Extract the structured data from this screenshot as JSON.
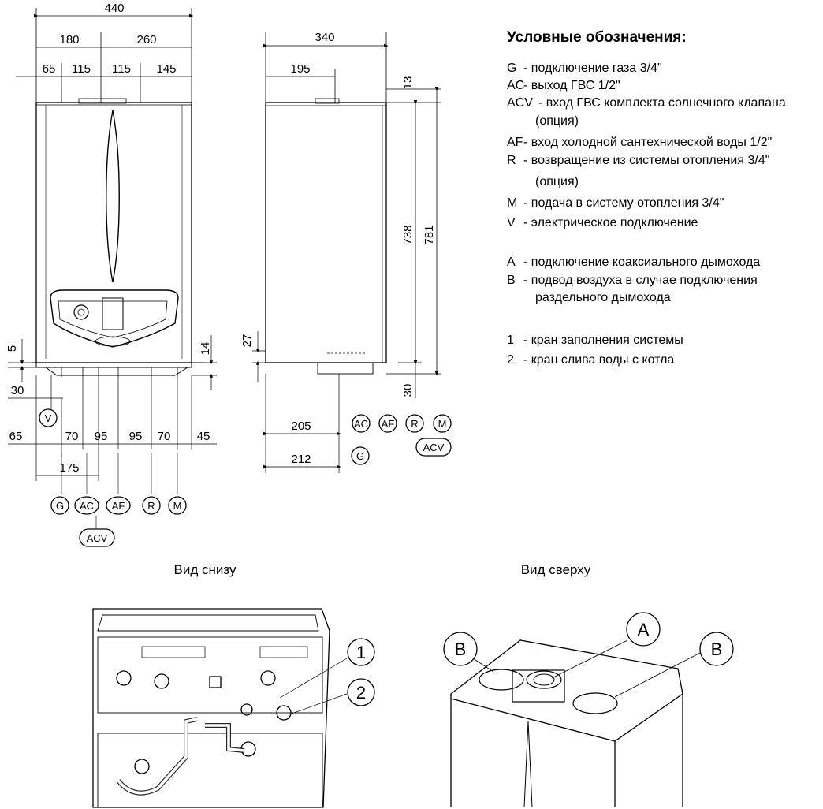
{
  "dimensions": {
    "front_width_total": "440",
    "front_left_part": "180",
    "front_right_part": "260",
    "front_top_65": "65",
    "front_top_115a": "115",
    "front_top_115b": "115",
    "front_top_145": "145",
    "front_left_5": "5",
    "front_left_30": "30",
    "front_right_14": "14",
    "front_bottom_65": "65",
    "front_bottom_70a": "70",
    "front_bottom_95a": "95",
    "front_bottom_95b": "95",
    "front_bottom_70b": "70",
    "front_bottom_45": "45",
    "front_bottom_175": "175",
    "side_depth": "340",
    "side_195": "195",
    "side_13": "13",
    "side_738": "738",
    "side_781": "781",
    "side_27": "27",
    "side_30": "30",
    "side_205": "205",
    "side_212": "212"
  },
  "callouts": {
    "V": "V",
    "G": "G",
    "AC": "AC",
    "AF": "AF",
    "R": "R",
    "M": "M",
    "ACV": "ACV"
  },
  "legend": {
    "title": "Условные обозначения:",
    "items": [
      {
        "code": "G",
        "text": "- подключение газа 3/4\""
      },
      {
        "code": "AC",
        "text": "- выход ГВС 1/2\""
      },
      {
        "code": "ACV",
        "text": "- вход ГВС комплекта солнечного клапана"
      },
      {
        "code": "",
        "text": "(опция)"
      },
      {
        "code": "AF",
        "text": "- вход холодной сантехнической воды 1/2\""
      },
      {
        "code": "R",
        "text": "- возвращение из системы отопления 3/4\""
      },
      {
        "code": "",
        "text": "(опция)"
      },
      {
        "code": "M",
        "text": "- подача в систему отопления 3/4\""
      },
      {
        "code": "V",
        "text": "- электрическое подключение"
      },
      {
        "code": "A",
        "text": "- подключение коаксиального дымохода"
      },
      {
        "code": "B",
        "text": "- подвод воздуха в случае подключения"
      },
      {
        "code": "",
        "text": "раздельного дымохода"
      },
      {
        "code": "1",
        "text": "- кран заполнения системы"
      },
      {
        "code": "2",
        "text": "- кран слива воды с котла"
      }
    ]
  },
  "views": {
    "bottom_title": "Вид снизу",
    "top_title": "Вид сверху",
    "bottom_callout_1": "1",
    "bottom_callout_2": "2",
    "top_callout_A": "A",
    "top_callout_B_left": "B",
    "top_callout_B_right": "B"
  }
}
